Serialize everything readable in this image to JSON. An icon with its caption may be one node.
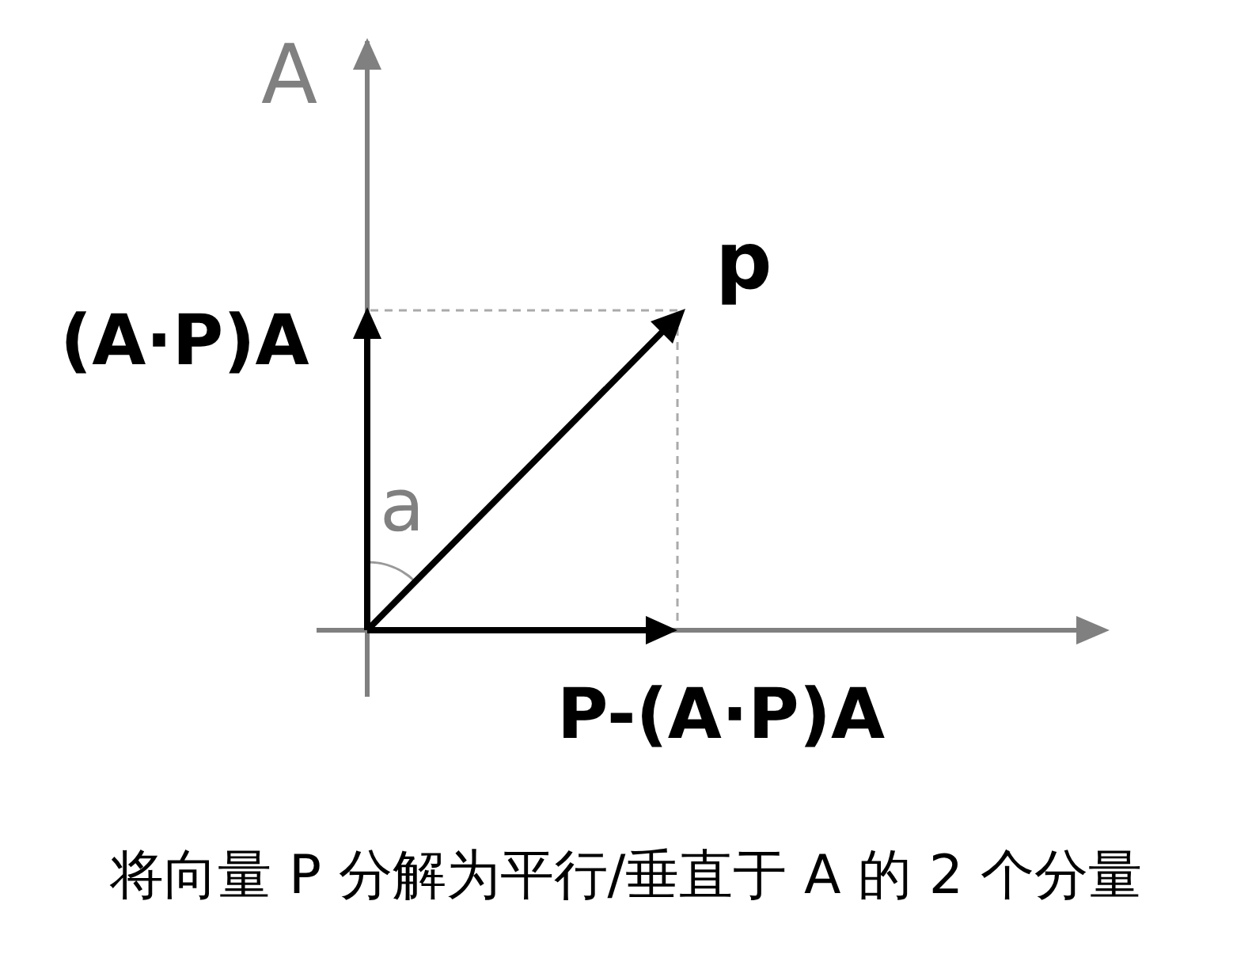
{
  "diagram": {
    "caption": "将向量 P 分解为平行/垂直于 A 的 2 个分量",
    "labels": [
      "A",
      "p",
      "(A·P)A",
      "a",
      "P-(A·P)A"
    ]
  }
}
